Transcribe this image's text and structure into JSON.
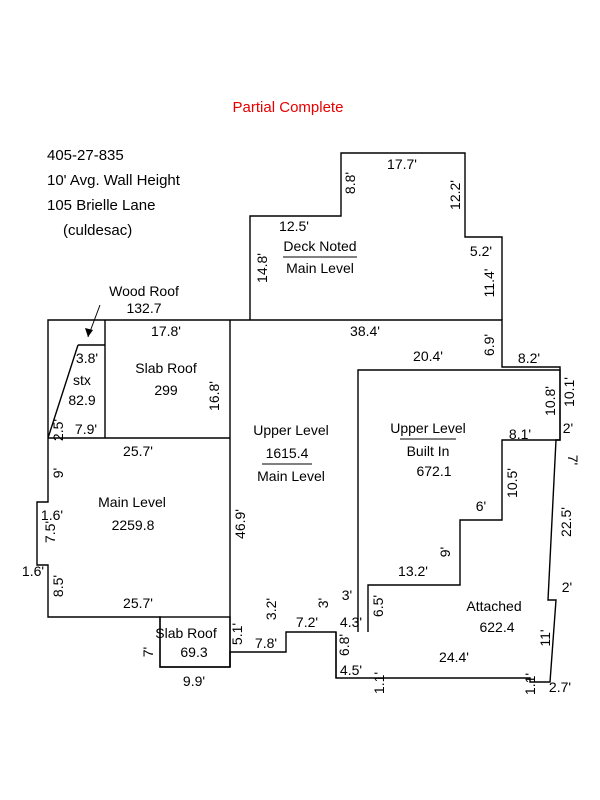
{
  "title": "Partial Complete",
  "header": {
    "parcel": "405-27-835",
    "wall_height": "10' Avg. Wall Height",
    "address": "105 Brielle Lane",
    "note": "(culdesac)"
  },
  "areas": {
    "deck": {
      "name": "Deck Noted",
      "level": "Main Level"
    },
    "wood_roof": {
      "name": "Wood Roof",
      "value": "132.7"
    },
    "stx": {
      "name": "stx",
      "value": "82.9"
    },
    "slab_roof_top": {
      "name": "Slab Roof",
      "value": "299"
    },
    "upper_level": {
      "name": "Upper Level",
      "value": "1615.4",
      "level": "Main Level"
    },
    "upper_builtin": {
      "name": "Upper Level",
      "sub": "Built In",
      "value": "672.1"
    },
    "main_level": {
      "name": "Main Level",
      "value": "2259.8"
    },
    "attached": {
      "name": "Attached",
      "value": "622.4"
    },
    "slab_roof_bottom": {
      "name": "Slab Roof",
      "value": "69.3"
    }
  },
  "dims": {
    "d_17_7": "17.7'",
    "d_8_8": "8.8'",
    "d_12_2": "12.2'",
    "d_12_5": "12.5'",
    "d_14_8": "14.8'",
    "d_5_2": "5.2'",
    "d_11_4": "11.4'",
    "d_17_8": "17.8'",
    "d_38_4": "38.4'",
    "d_6_9": "6.9'",
    "d_3_8": "3.8'",
    "d_20_4": "20.4'",
    "d_8_2": "8.2'",
    "d_10_8": "10.8'",
    "d_10_1": "10.1'",
    "d_16_8": "16.8'",
    "d_2_5": "2.5'",
    "d_7_9": "7.9'",
    "d_8_1": "8.1'",
    "d_2a": "2'",
    "d_25_7_top": "25.7'",
    "d_9_left": "9'",
    "d_7_right": "7'",
    "d_10_5": "10.5'",
    "d_1_6_a": "1.6'",
    "d_7_5": "7.5'",
    "d_6": "6'",
    "d_22_5": "22.5'",
    "d_46_9": "46.9'",
    "d_9_mid": "9'",
    "d_1_6_b": "1.6'",
    "d_8_5": "8.5'",
    "d_13_2": "13.2'",
    "d_2b": "2'",
    "d_3_a": "3'",
    "d_3_b": "3'",
    "d_25_7_bottom": "25.7'",
    "d_3_2": "3.2'",
    "d_4_3": "4.3'",
    "d_6_5": "6.5'",
    "d_7_2": "7.2'",
    "d_6_8": "6.8'",
    "d_11": "11'",
    "d_5_1": "5.1'",
    "d_7_left": "7'",
    "d_7_8": "7.8'",
    "d_24_4": "24.4'",
    "d_4_5": "4.5'",
    "d_1_1_a": "1.1'",
    "d_1_1_b": "1.1'",
    "d_9_9": "9.9'",
    "d_2_7": "2.7'"
  }
}
